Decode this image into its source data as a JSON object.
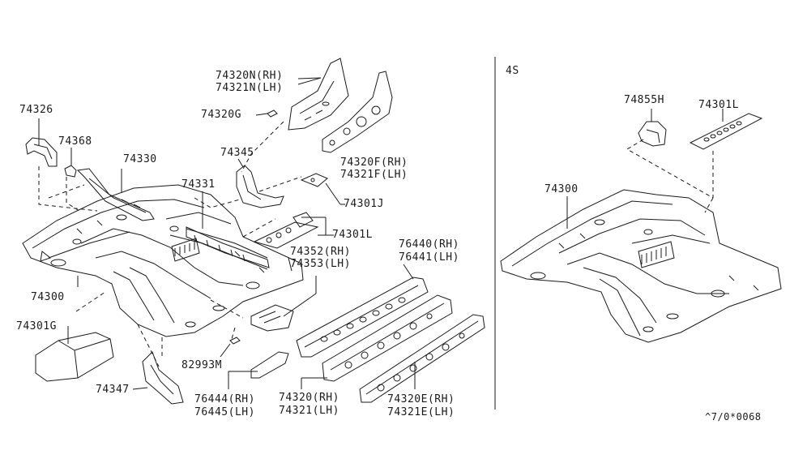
{
  "diagram": {
    "variant_label": "4S",
    "footer_code": "^7/0*0068",
    "line_color": "#1a1a1a",
    "background": "#ffffff",
    "callouts_left": [
      {
        "id": "p74326",
        "text": "74326"
      },
      {
        "id": "p74368",
        "text": "74368"
      },
      {
        "id": "p74330",
        "text": "74330"
      },
      {
        "id": "p74331",
        "text": "74331"
      },
      {
        "id": "p74345",
        "text": "74345"
      },
      {
        "id": "p74320n",
        "text": "74320N(RH)"
      },
      {
        "id": "p74321n",
        "text": "74321N(LH)"
      },
      {
        "id": "p74320g",
        "text": "74320G"
      },
      {
        "id": "p74320f",
        "text": "74320F(RH)"
      },
      {
        "id": "p74321f",
        "text": "74321F(LH)"
      },
      {
        "id": "p74301j",
        "text": "74301J"
      },
      {
        "id": "p74301l_left",
        "text": "74301L"
      },
      {
        "id": "p74352",
        "text": "74352(RH)"
      },
      {
        "id": "p74353",
        "text": "74353(LH)"
      },
      {
        "id": "p76440",
        "text": "76440(RH)"
      },
      {
        "id": "p76441",
        "text": "76441(LH)"
      },
      {
        "id": "p74300_left",
        "text": "74300"
      },
      {
        "id": "p74301g",
        "text": "74301G"
      },
      {
        "id": "p82993m",
        "text": "82993M"
      },
      {
        "id": "p74347",
        "text": "74347"
      },
      {
        "id": "p76444",
        "text": "76444(RH)"
      },
      {
        "id": "p76445",
        "text": "76445(LH)"
      },
      {
        "id": "p74320",
        "text": "74320(RH)"
      },
      {
        "id": "p74321",
        "text": "74321(LH)"
      },
      {
        "id": "p74320e",
        "text": "74320E(RH)"
      },
      {
        "id": "p74321e",
        "text": "74321E(LH)"
      }
    ],
    "callouts_right": [
      {
        "id": "p74855h",
        "text": "74855H"
      },
      {
        "id": "p74301l_right",
        "text": "74301L"
      },
      {
        "id": "p74300_right",
        "text": "74300"
      }
    ]
  }
}
